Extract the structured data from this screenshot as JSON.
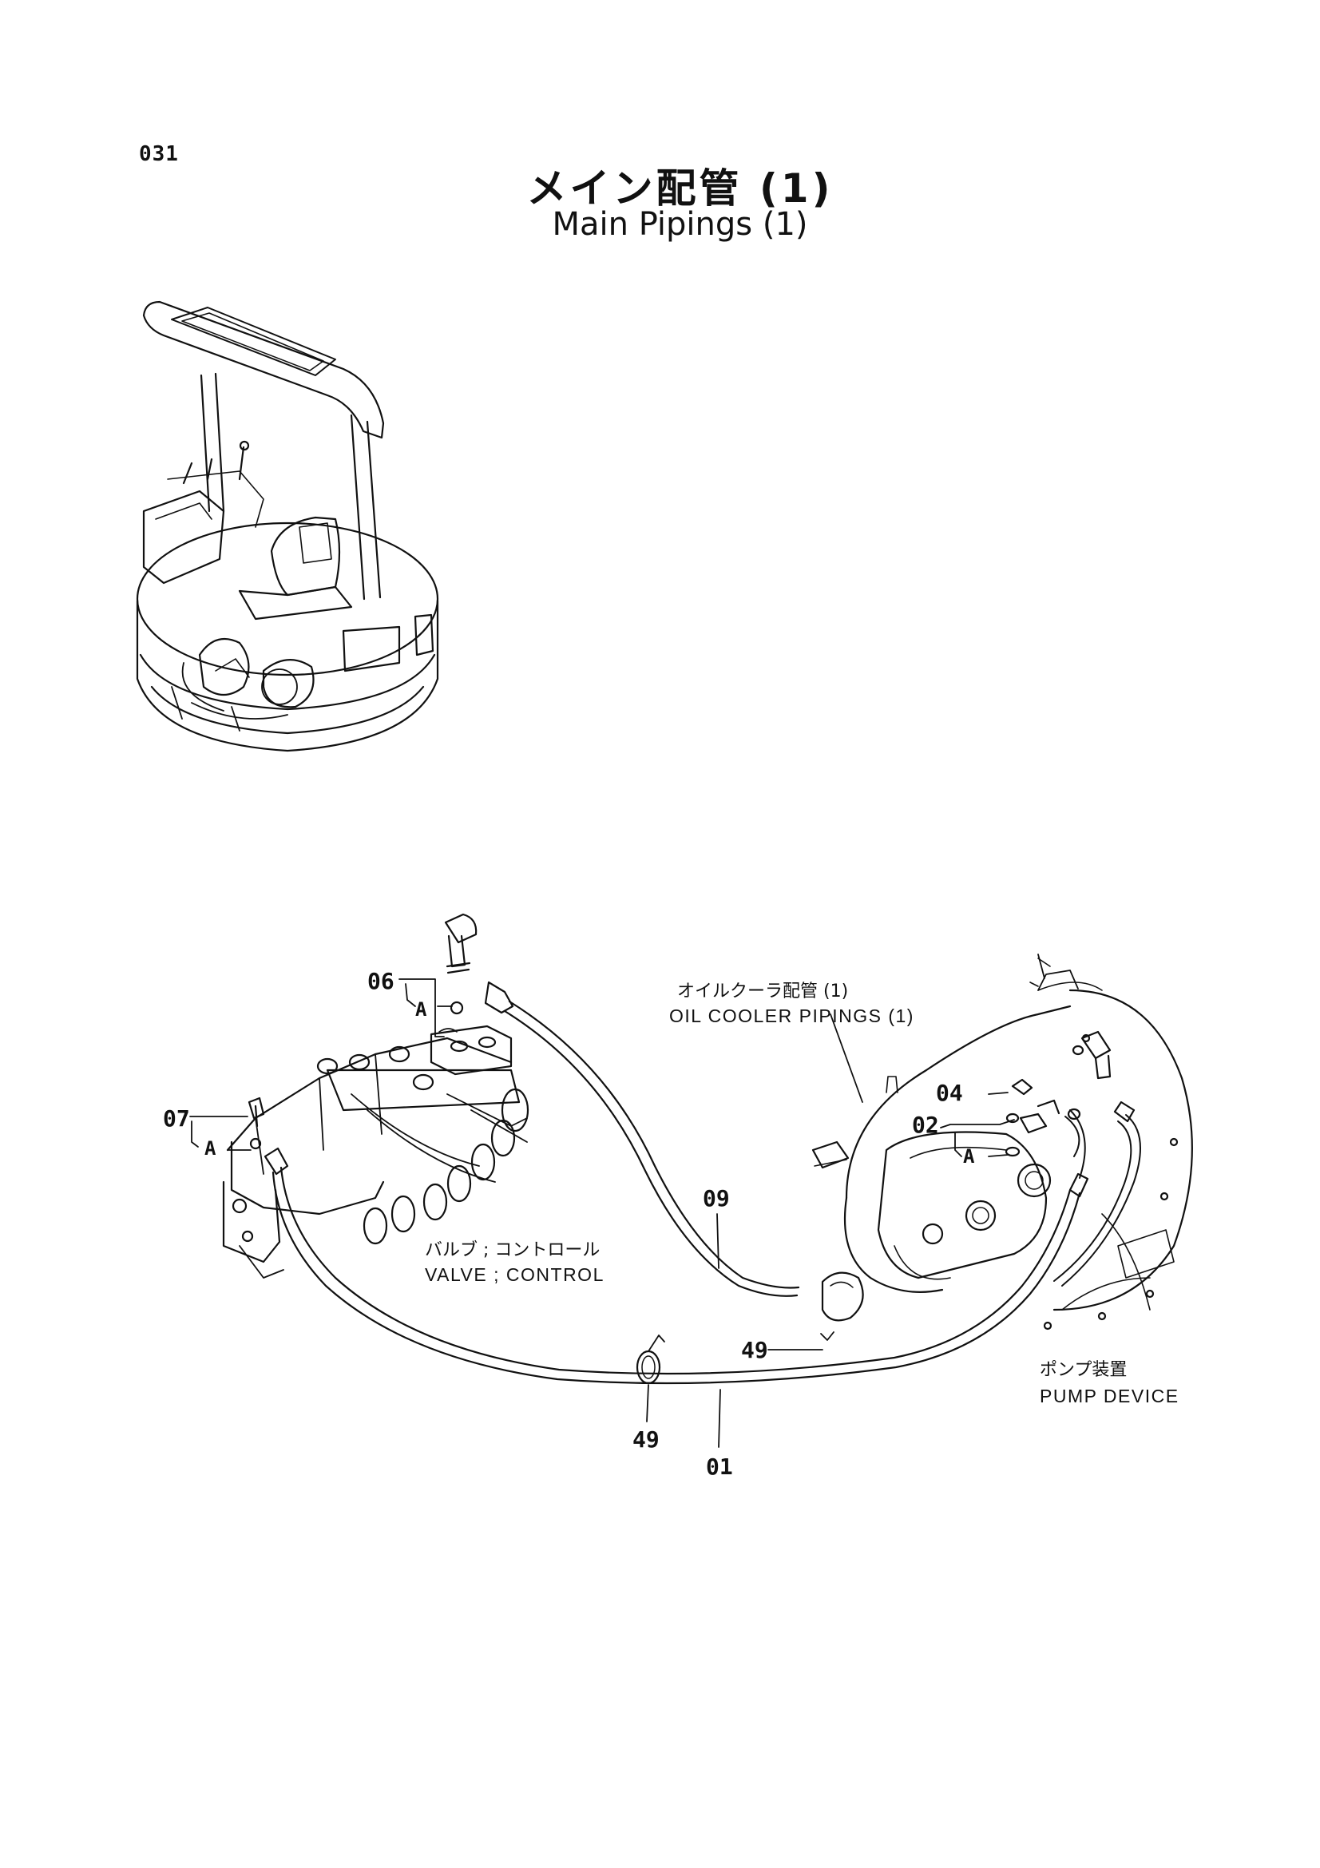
{
  "page_number": "031",
  "title_jp": "メイン配管 (1)",
  "title_en": "Main Pipings (1)",
  "callouts": {
    "part_06": "06",
    "part_07": "07",
    "part_04": "04",
    "part_02": "02",
    "part_09": "09",
    "part_49_upper": "49",
    "part_49_lower": "49",
    "part_01": "01",
    "ref_a_06": "A",
    "ref_a_07": "A",
    "ref_a_02": "A"
  },
  "labels": {
    "oil_cooler_jp": "オイルクーラ配管 (1)",
    "oil_cooler_en": "OIL COOLER PIPINGS (1)",
    "valve_jp": "バルブ ; コントロール",
    "valve_en": "VALVE ; CONTROL",
    "pump_jp": "ポンプ装置",
    "pump_en": "PUMP DEVICE"
  }
}
